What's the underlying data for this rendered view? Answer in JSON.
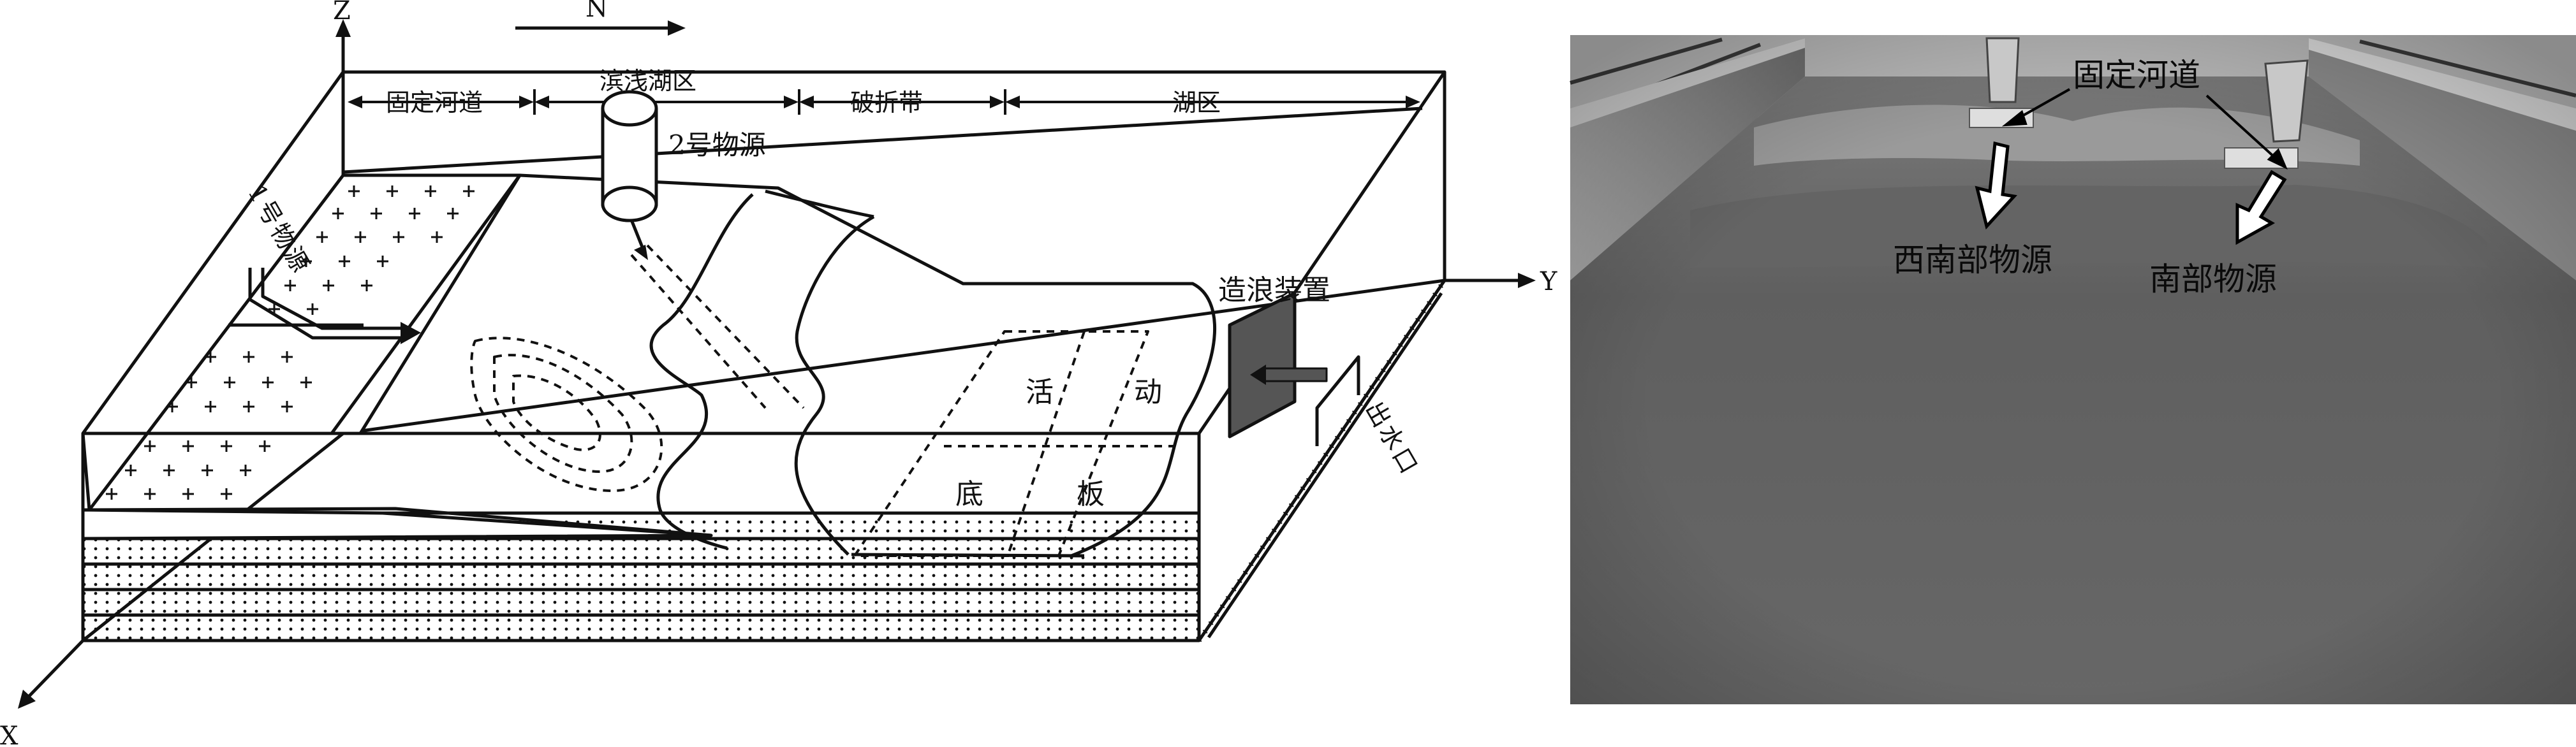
{
  "axes": {
    "z": "Z",
    "y": "Y",
    "x": "X",
    "north": "N"
  },
  "zones": {
    "fixed_channel": "固定河道",
    "shore_lake": "滨浅湖区",
    "break_zone": "破折带",
    "lake": "湖区"
  },
  "sources": {
    "source2": "2号物源",
    "source1": [
      "1",
      "号",
      "物",
      "源"
    ]
  },
  "devices": {
    "wave_maker": "造浪装置",
    "outlet": [
      "出",
      "水",
      "口"
    ]
  },
  "floor": {
    "chars": [
      "活",
      "动",
      "底",
      "板"
    ]
  },
  "photo": {
    "fixed_channel": "固定河道",
    "southwest_source": "西南部物源",
    "south_source": "南部物源"
  },
  "colors": {
    "line": "#111111",
    "photo_floor": "#5e5e5e",
    "photo_wall": "#8c8c8c",
    "device_fill": "#555555"
  }
}
